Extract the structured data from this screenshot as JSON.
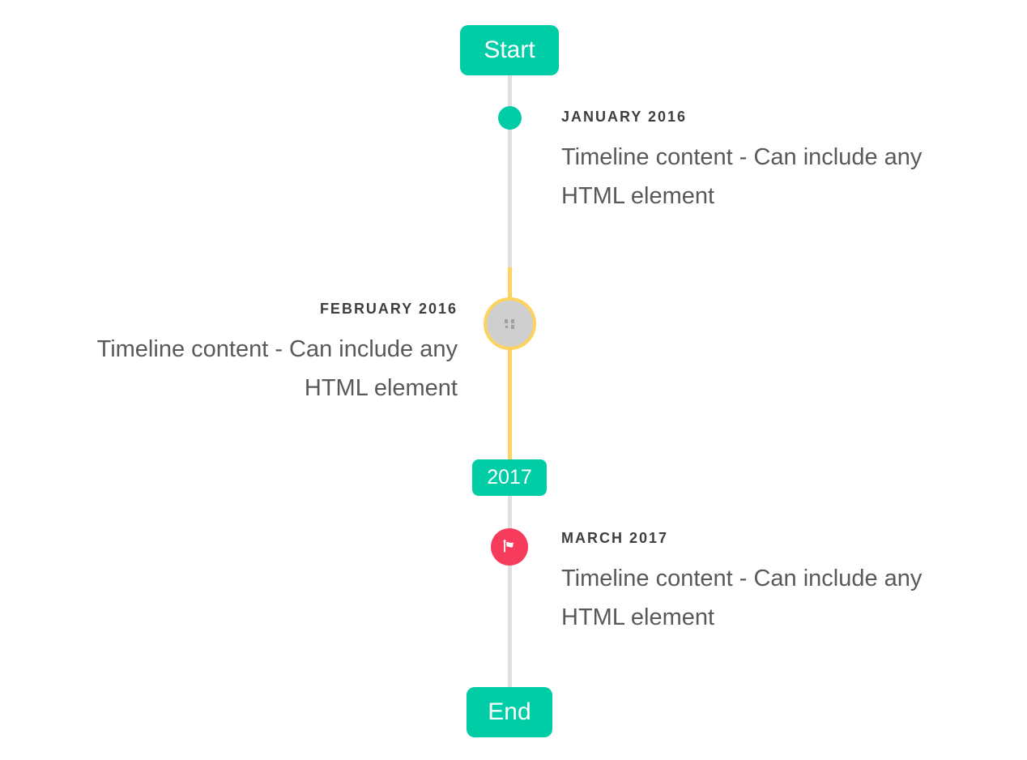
{
  "timeline": {
    "start_badge": "Start",
    "year_badge": "2017",
    "end_badge": "End",
    "entries": [
      {
        "title": "JANUARY 2016",
        "content": "Timeline content - Can include any HTML element",
        "side": "right",
        "marker": "dot-marker"
      },
      {
        "title": "FEBRUARY 2016",
        "content": "Timeline content - Can include any HTML element",
        "side": "left",
        "marker": "image-marker"
      },
      {
        "title": "MARCH 2017",
        "content": "Timeline content - Can include any HTML element",
        "side": "right",
        "marker": "flag-marker"
      }
    ],
    "colors": {
      "accent": "#00CDA6",
      "highlight": "#FBD35E",
      "flag": "#F73B5C",
      "line": "#E0E0E0",
      "image_fill": "#CFCFCF",
      "title_text": "#3E3E3E",
      "content_text": "#58595B"
    }
  }
}
